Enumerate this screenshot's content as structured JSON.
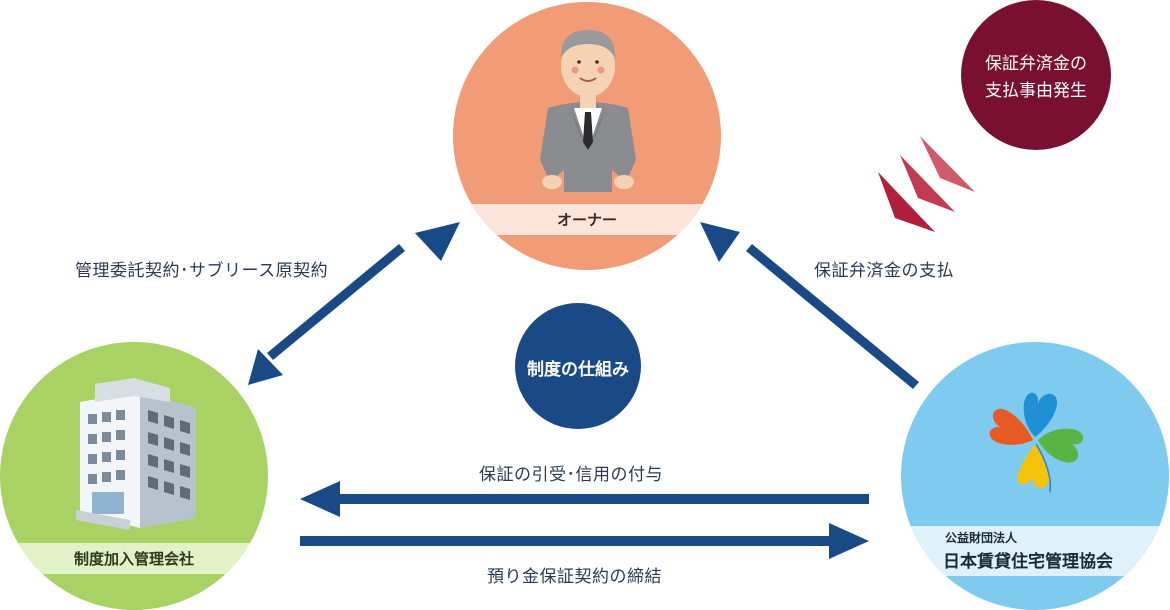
{
  "nodes": {
    "owner": {
      "label": "オーナー"
    },
    "management_company": {
      "label": "制度加入管理会社"
    },
    "association": {
      "label_small": "公益財団法人",
      "label_main": "日本賃貸住宅管理協会"
    }
  },
  "center": {
    "label": "制度の仕組み"
  },
  "event_badge": {
    "line1": "保証弁済金の",
    "line2": "支払事由発生"
  },
  "edges": {
    "owner_management": "管理委託契約･サブリース原契約",
    "association_owner": "保証弁済金の支払",
    "association_to_management": "保証の引受･信用の付与",
    "management_to_association": "預り金保証契約の締結"
  },
  "colors": {
    "owner_circle": "#f29b77",
    "owner_band": "#fde4da",
    "management_circle": "#a9d265",
    "management_band": "#e3f1c9",
    "association_circle": "#7fcbf0",
    "association_band": "#dff1fb",
    "arrow": "#1a4a85",
    "center_circle": "#1a4a85",
    "badge": "#7a1030",
    "signal": "#b8334c"
  },
  "icons": {
    "owner": "businessman-icon",
    "management": "office-building-icon",
    "association": "clover-logo-icon",
    "signal": "alert-signal-icon"
  }
}
